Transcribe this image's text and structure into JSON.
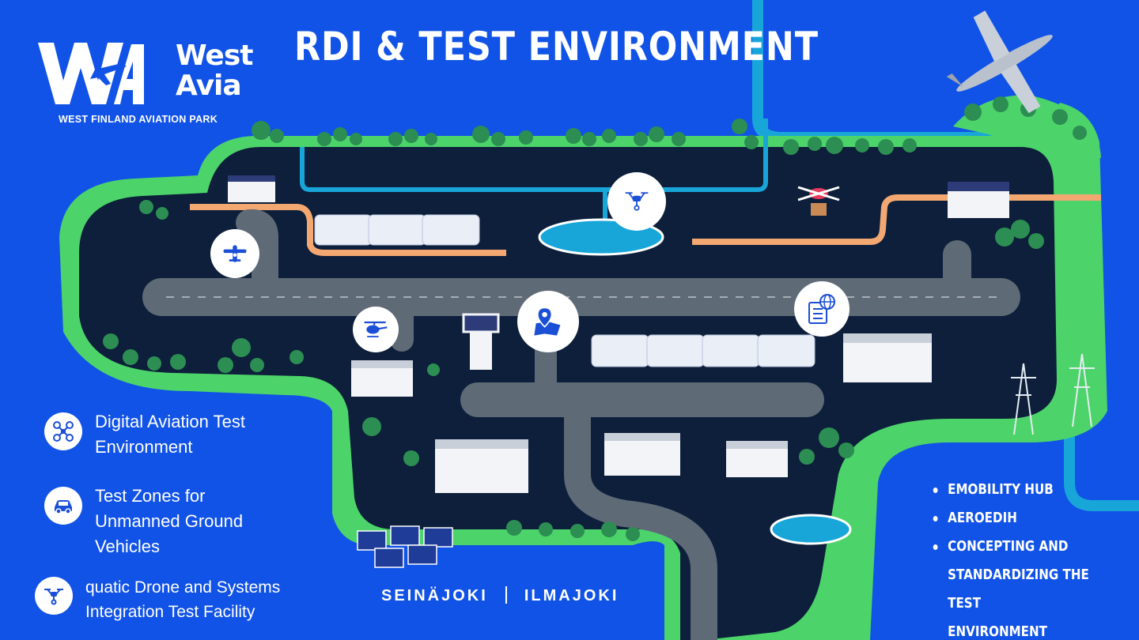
{
  "brand": {
    "name_line1": "West",
    "name_line2": "Avia",
    "tagline": "WEST FINLAND AVIATION PARK"
  },
  "title": "RDI & TEST ENVIRONMENT",
  "features": [
    {
      "label": "Digital Aviation Test\nEnvironment",
      "icon": "drone-icon"
    },
    {
      "label": "Test Zones for\nUnmanned Ground\nVehicles",
      "icon": "car-icon"
    },
    {
      "label": "quatic Drone and Systems\nIntegration Test Facility",
      "icon": "aquatic-drone-icon"
    }
  ],
  "programs": [
    "EMOBILITY HUB",
    "AEROEDIH",
    "CONCEPTING AND\nSTANDARDIZING THE TEST\nENVIRONMENT"
  ],
  "location": {
    "left": "SEINÄJOKI",
    "right": "ILMAJOKI"
  },
  "colors": {
    "background": "#1153e6",
    "grass": "#4cd46a",
    "ground": "#0d1f3a",
    "runway": "#5f6a77",
    "river": "#18a6d9",
    "road_orange": "#f4a871",
    "building_roof": "#2d3b78",
    "tree": "#2c8e52"
  },
  "map_markers": [
    {
      "name": "aircraft-marker",
      "icon": "propeller-plane-icon"
    },
    {
      "name": "helicopter-marker",
      "icon": "helicopter-icon"
    },
    {
      "name": "drone-marker",
      "icon": "drone-icon"
    },
    {
      "name": "location-marker",
      "icon": "map-pin-icon"
    },
    {
      "name": "network-marker",
      "icon": "globe-checklist-icon"
    }
  ]
}
